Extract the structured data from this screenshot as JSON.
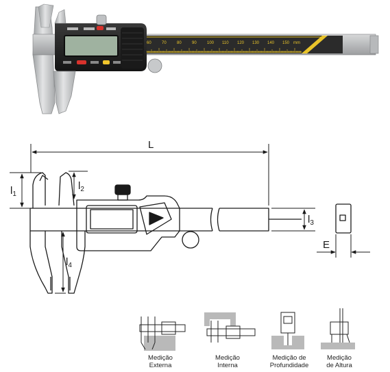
{
  "photo": {
    "display_value": "",
    "scale_numbers": [
      "60",
      "70",
      "80",
      "90",
      "100",
      "110",
      "120",
      "130",
      "140",
      "150"
    ],
    "scale_unit": "mm"
  },
  "diagram": {
    "dim_L": "L",
    "dim_l1": {
      "main": "l",
      "sub": "1"
    },
    "dim_l2": {
      "main": "l",
      "sub": "2"
    },
    "dim_l3": {
      "main": "l",
      "sub": "3"
    },
    "dim_l4": {
      "main": "l",
      "sub": "4"
    },
    "dim_E": "E"
  },
  "modes": [
    {
      "line1": "Medição",
      "line2": "Externa"
    },
    {
      "line1": "Medição",
      "line2": "Interna"
    },
    {
      "line1": "Medição de",
      "line2": "Profundidade"
    },
    {
      "line1": "Medição",
      "line2": "de Altura"
    }
  ],
  "colors": {
    "scale_yellow": "#e9c42a",
    "bar_dark": "#2b2b2b",
    "jaw_silver": "#c9cbcc",
    "lcd_green": "#9fb2a0",
    "red_button": "#d8322c",
    "yellow_button": "#f0c52c"
  }
}
